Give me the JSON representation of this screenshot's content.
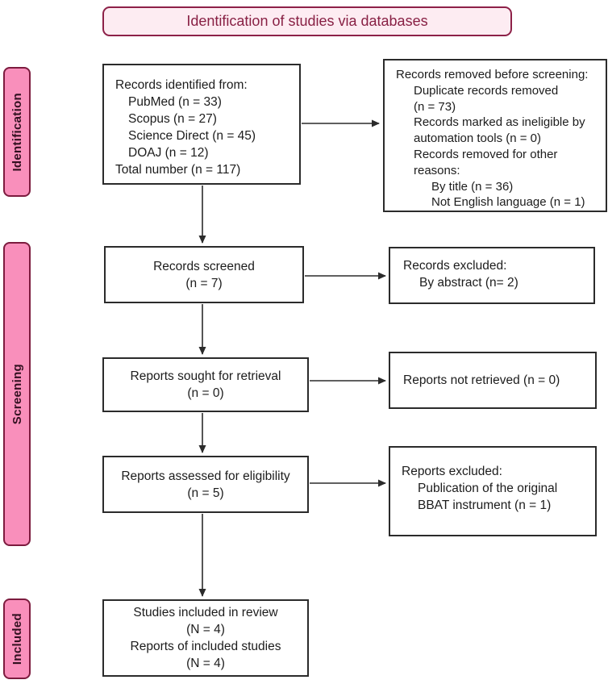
{
  "header": {
    "title": "Identification of studies via databases"
  },
  "stages": {
    "identification": "Identification",
    "screening": "Screening",
    "included": "Included"
  },
  "boxes": {
    "records_identified": {
      "lines": [
        "Records identified from:",
        "PubMed (n = 33)",
        "Scopus (n = 27)",
        "Science Direct (n = 45)",
        "DOAJ (n = 12)",
        "Total number (n = 117)"
      ]
    },
    "records_removed": {
      "lines": [
        "Records removed before screening:",
        "Duplicate records removed",
        "(n = 73)",
        "Records marked as ineligible by",
        "automation tools (n = 0)",
        "Records removed for other",
        "reasons:",
        "By title (n = 36)",
        "Not English language (n = 1)"
      ]
    },
    "records_screened": {
      "lines": [
        "Records screened",
        "(n = 7)"
      ]
    },
    "records_excluded": {
      "lines": [
        "Records excluded:",
        "By abstract (n= 2)"
      ]
    },
    "reports_sought": {
      "lines": [
        "Reports sought for retrieval",
        "(n = 0)"
      ]
    },
    "reports_not_retrieved": {
      "lines": [
        "Reports not retrieved (n = 0)"
      ]
    },
    "reports_assessed": {
      "lines": [
        "Reports assessed for eligibility",
        "(n = 5)"
      ]
    },
    "reports_excluded": {
      "lines": [
        "Reports excluded:",
        "Publication of the original",
        "BBAT instrument (n = 1)"
      ]
    },
    "studies_included": {
      "lines": [
        "Studies included in review",
        "(N = 4)",
        "Reports of included studies",
        "(N = 4)"
      ]
    }
  },
  "colors": {
    "stage_fill": "#f98fbb",
    "stage_border": "#7c1b3e",
    "header_fill": "#fdecf2",
    "header_border": "#8d2148",
    "header_text": "#882044",
    "box_border": "#2b2b2b",
    "arrow": "#2b2b2b"
  }
}
